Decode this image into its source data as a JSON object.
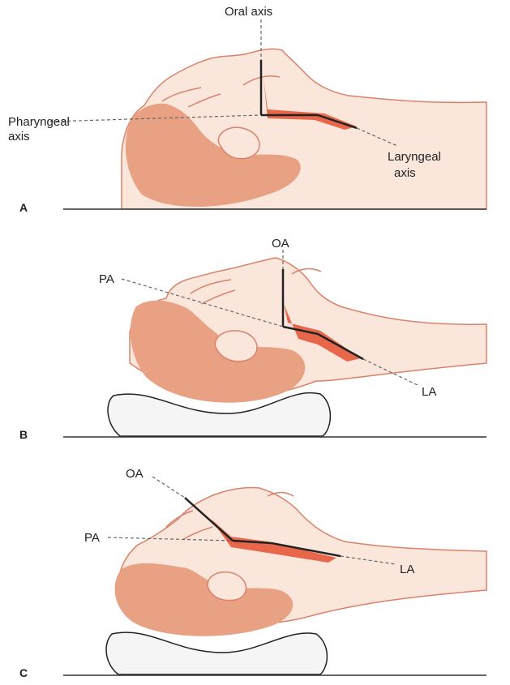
{
  "panels": [
    {
      "letter": "A",
      "labels": {
        "oral": "Oral axis",
        "pharyngeal_line1": "Pharyngeal",
        "pharyngeal_line2": "axis",
        "laryngeal_line1": "Laryngeal",
        "laryngeal_line2": "axis"
      }
    },
    {
      "letter": "B",
      "labels": {
        "oral": "OA",
        "pharyngeal": "PA",
        "laryngeal": "LA"
      }
    },
    {
      "letter": "C",
      "labels": {
        "oral": "OA",
        "pharyngeal": "PA",
        "laryngeal": "LA"
      }
    }
  ],
  "colors": {
    "skin": "#fbe6dc",
    "hair": "#e9a183",
    "airway": "#e8674a",
    "outline": "#d9826a",
    "axis_line": "#222222",
    "pillow": "#f5f5f5"
  }
}
